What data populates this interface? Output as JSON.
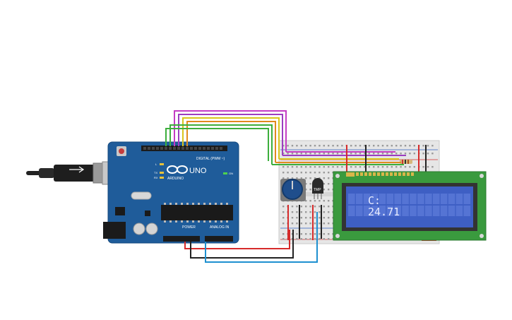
{
  "arduino": {
    "logo_text": "UNO",
    "brand_text": "ARDUINO",
    "digital_label": "DIGITAL (PWM ~)",
    "power_label": "POWER",
    "analog_label": "ANALOG IN",
    "pin_l": "L",
    "pin_tx": "TX",
    "pin_rx": "RX",
    "on_label": "ON"
  },
  "sensor": {
    "label": "TMP"
  },
  "lcd": {
    "line1": "C:",
    "line2": "24.71"
  },
  "colors": {
    "board": "#1f5c9a",
    "breadboard": "#e6e6e6",
    "lcd_pcb": "#3a9a3e",
    "lcd_screen": "#3e5fc4",
    "wire_red": "#d62b2b",
    "wire_black": "#222222",
    "wire_blue": "#1e90d0",
    "wire_green": "#3cae3c",
    "wire_yellow": "#d9c51c",
    "wire_purple": "#9c3ec0",
    "wire_magenta": "#c43cc4",
    "wire_orange": "#e08a1e"
  }
}
